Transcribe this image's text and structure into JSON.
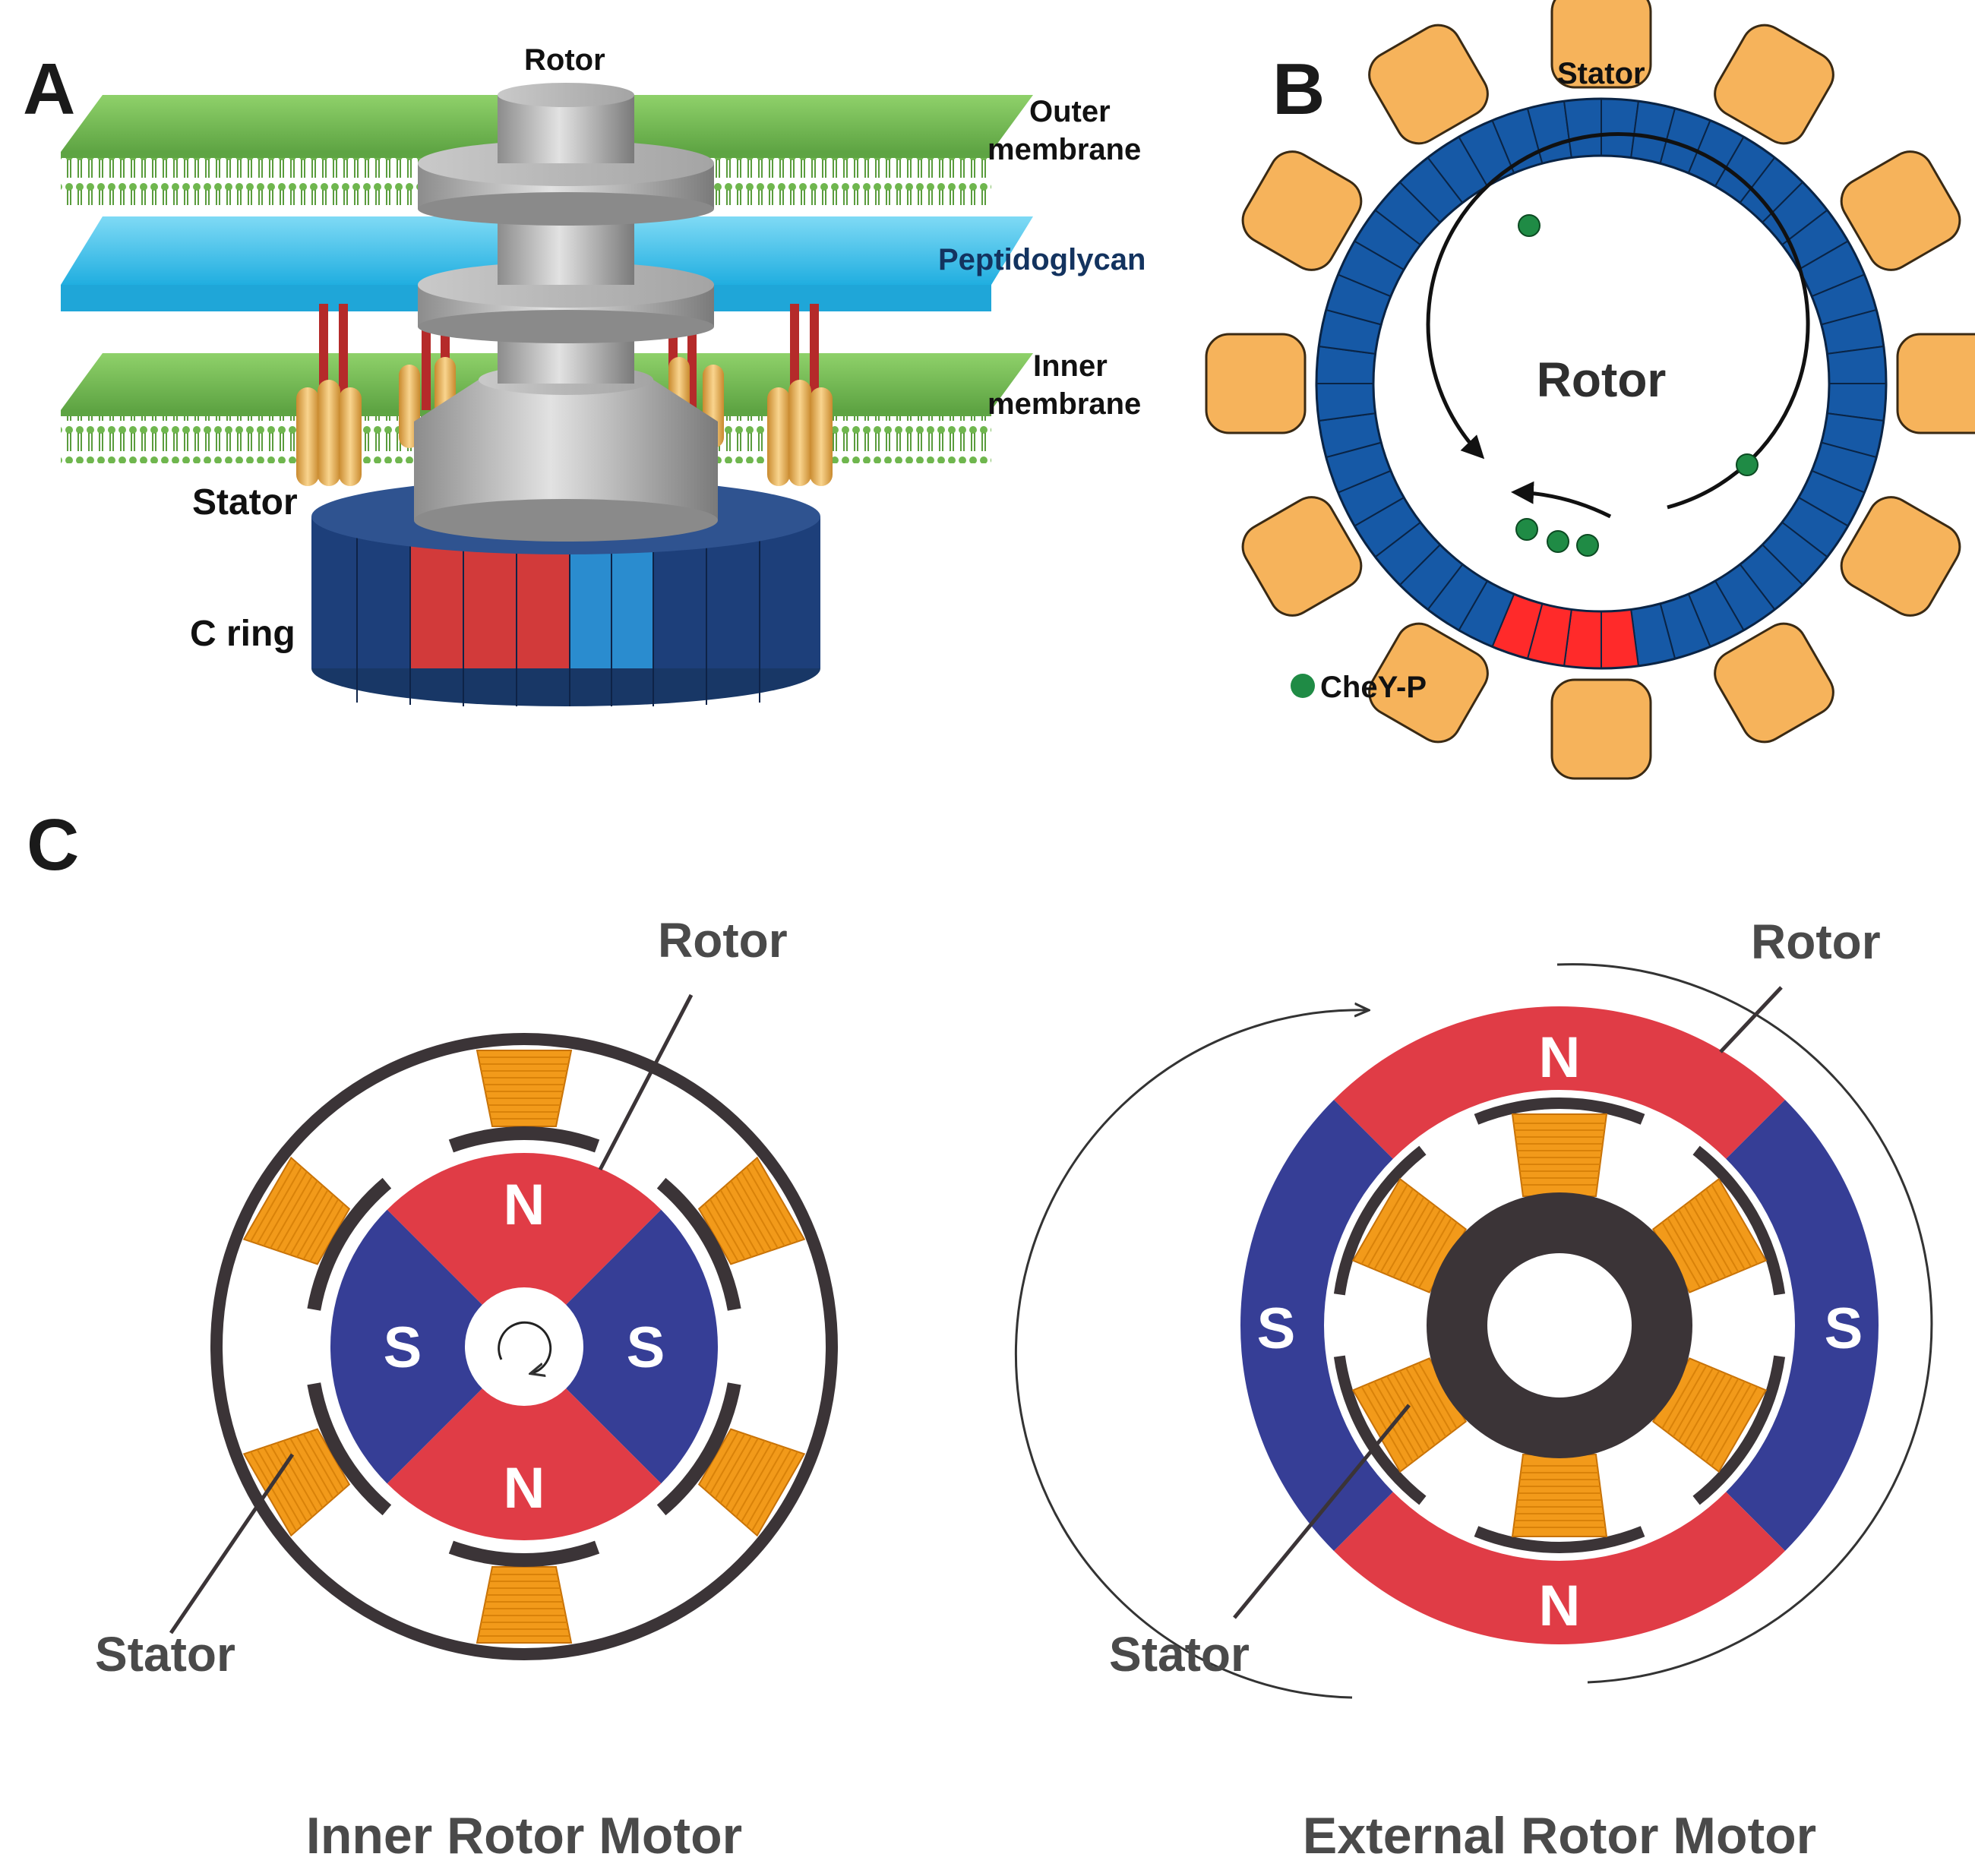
{
  "panels": {
    "a": {
      "letter": "A",
      "labels": {
        "rotor": "Rotor",
        "outer_membrane_1": "Outer",
        "outer_membrane_2": "membrane",
        "peptidoglycan": "Peptidoglycan",
        "inner_membrane_1": "Inner",
        "inner_membrane_2": "membrane",
        "stator": "Stator",
        "c_ring": "C ring"
      }
    },
    "b": {
      "letter": "B",
      "labels": {
        "stator": "Stator",
        "rotor": "Rotor",
        "legend": "CheY-P"
      }
    },
    "c": {
      "letter": "C",
      "inner": {
        "title": "Inner Rotor Motor",
        "rotor_label": "Rotor",
        "stator_label": "Stator",
        "poles": [
          "N",
          "S",
          "N",
          "S"
        ]
      },
      "external": {
        "title": "External Rotor Motor",
        "rotor_label": "Rotor",
        "stator_label": "Stator",
        "poles": [
          "N",
          "S",
          "N",
          "S"
        ]
      }
    }
  },
  "colors": {
    "membrane_green": "#7cc35a",
    "peptidoglycan_blue": "#35c0ea",
    "rotor_gray": "#b8b8b8",
    "cring_navy": "#1d3f7a",
    "cring_red": "#d23a3a",
    "stator_orange": "#f6b35b",
    "ring_blue": "#1659a6",
    "chey_green": "#1f8b45",
    "pole_red": "#e03c46",
    "pole_blue": "#363e96",
    "coil_orange": "#f29a1a",
    "dark_gray": "#3b3437"
  }
}
